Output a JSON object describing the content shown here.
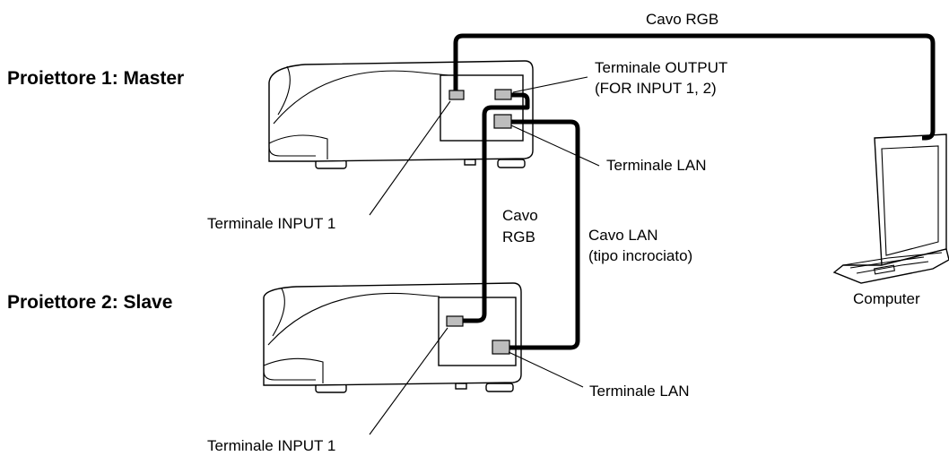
{
  "projector1_title": "Proiettore 1: Master",
  "projector2_title": "Proiettore 2: Slave",
  "labels": {
    "cable_rgb_top": "Cavo RGB",
    "output_terminal_line1": "Terminale OUTPUT",
    "output_terminal_line2": "(FOR INPUT 1, 2)",
    "lan_terminal_p1": "Terminale LAN",
    "input1_terminal_p1": "Terminale INPUT 1",
    "cable_rgb_mid_line1": "Cavo",
    "cable_rgb_mid_line2": "RGB",
    "cable_lan_line1": "Cavo LAN",
    "cable_lan_line2": "(tipo incrociato)",
    "computer": "Computer",
    "lan_terminal_p2": "Terminale LAN",
    "input1_terminal_p2": "Terminale INPUT 1"
  }
}
